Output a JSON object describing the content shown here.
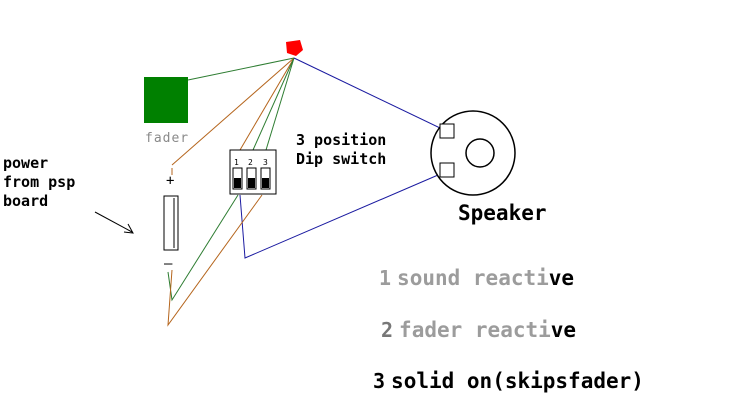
{
  "labels": {
    "fader": "fader",
    "dip_switch_line1": "3 position",
    "dip_switch_line2": "Dip switch",
    "power_line1": "power",
    "power_line2": "from psp",
    "power_line3": "board",
    "speaker": "Speaker",
    "plus": "+",
    "minus": "—",
    "switch_numbers": [
      "1",
      "2",
      "3"
    ]
  },
  "modes": [
    {
      "number": "1",
      "text": "sound reacti",
      "tail": "ve",
      "text_color": "#9c9c9c"
    },
    {
      "number": "2",
      "text": "fader reacti",
      "tail": "ve",
      "text_color": "#9c9c9c"
    },
    {
      "number": "3",
      "text": "solid on(skipsfader)",
      "tail": "",
      "text_color": "#000000"
    }
  ],
  "colors": {
    "led": "#ff0000",
    "fader_block": "#008000",
    "wire_green": "#2e7d32",
    "wire_orange": "#b5651d",
    "wire_blue": "#1a1aa0"
  }
}
